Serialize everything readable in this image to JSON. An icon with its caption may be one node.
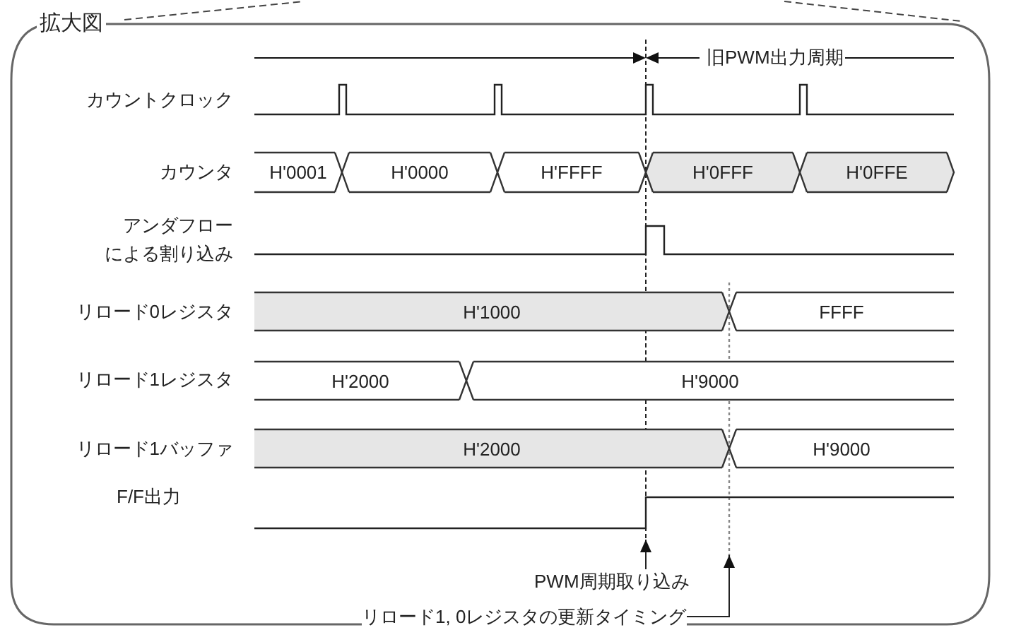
{
  "diagram": {
    "nodes": [
      {
        "text": [
          "拡大図"
        ]
      },
      {
        "text": [
          "H'0001"
        ],
        "in": 0
      },
      {
        "text": [
          "H'0000"
        ],
        "in": 0
      },
      {
        "text": [
          "H'FFFF"
        ],
        "in": 0
      },
      {
        "text": [
          "H'0FFF"
        ],
        "in": 0
      },
      {
        "text": [
          "H'0FFE"
        ],
        "in": 0
      },
      {
        "text": [
          "H'1000"
        ],
        "in": 0
      },
      {
        "text": [
          "FFFF"
        ],
        "in": 0
      },
      {
        "text": [
          "H'2000"
        ],
        "in": 0
      },
      {
        "text": [
          "H'9000"
        ],
        "in": 0
      },
      {
        "text": [
          "H'2000"
        ],
        "in": 0
      },
      {
        "text": [
          "H'9000"
        ],
        "in": 0
      },
      {
        "text": [
          "PWM周期取り込み"
        ],
        "in": 0
      },
      {
        "text": [
          "リロード1, 0レジスタの更新タイミング"
        ],
        "in": 0
      }
    ],
    "edges": [
      {
        "from": 12,
        "to": null,
        "arrow": "to"
      },
      {
        "from": 13,
        "to": null,
        "arrow": "to"
      }
    ],
    "labels": [
      "旧PWM出力周期",
      "カウントクロック",
      "カウンタ",
      "アンダフローによる割り込み",
      "リロード0レジスタ",
      "リロード1レジスタ",
      "リロード1バッファ",
      "F/F出力"
    ]
  }
}
